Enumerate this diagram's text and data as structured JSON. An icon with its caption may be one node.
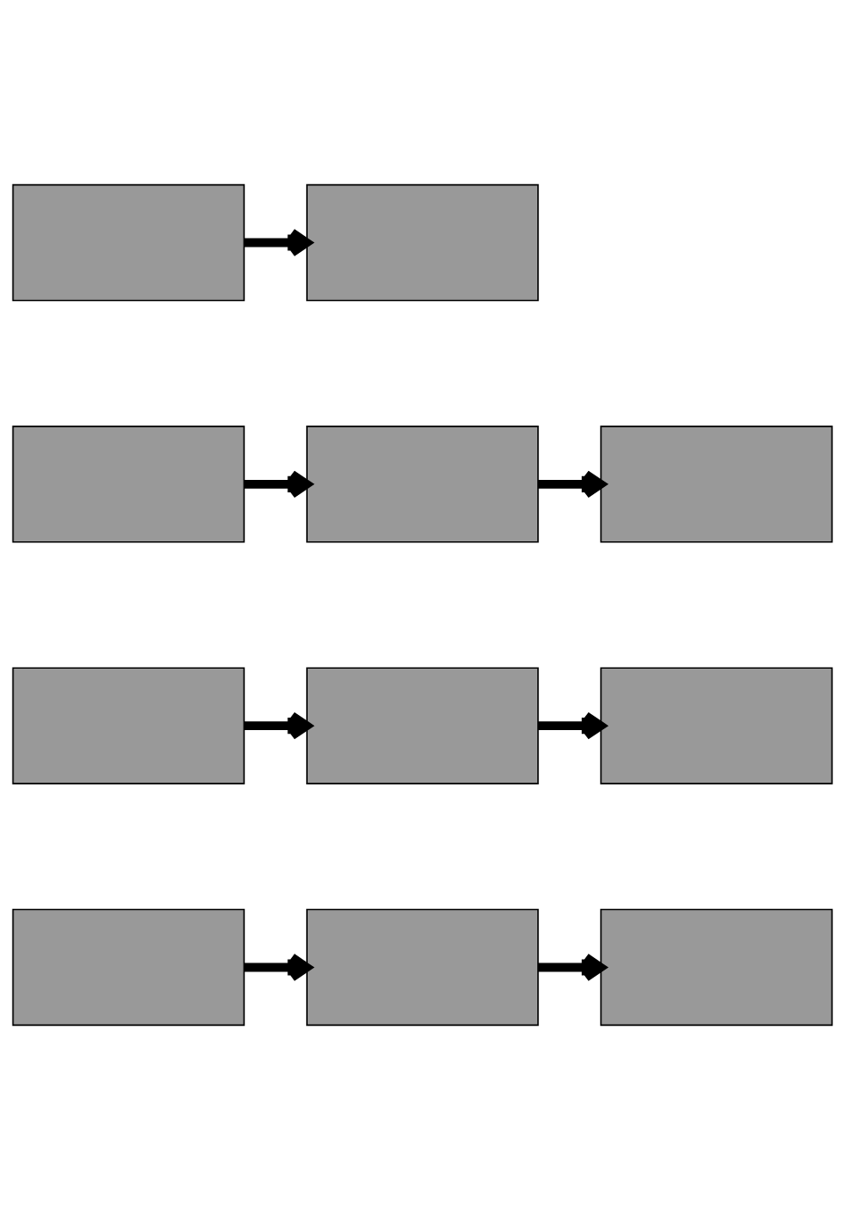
{
  "diagram": {
    "nodes": [
      {
        "text": [],
        "shape": "box"
      },
      {
        "text": [],
        "shape": "box"
      },
      {
        "text": [],
        "shape": "box"
      },
      {
        "text": [],
        "shape": "box"
      },
      {
        "text": [],
        "shape": "box"
      },
      {
        "text": [],
        "shape": "box"
      },
      {
        "text": [],
        "shape": "box"
      },
      {
        "text": [],
        "shape": "box"
      },
      {
        "text": [],
        "shape": "box"
      },
      {
        "text": [],
        "shape": "box"
      },
      {
        "text": [],
        "shape": "box"
      }
    ],
    "edges": [
      {
        "from": 0,
        "to": 1,
        "arrow": "to"
      },
      {
        "from": 2,
        "to": 3,
        "arrow": "to"
      },
      {
        "from": 3,
        "to": 4,
        "arrow": "to"
      },
      {
        "from": 5,
        "to": 6,
        "arrow": "to"
      },
      {
        "from": 6,
        "to": 7,
        "arrow": "to"
      },
      {
        "from": 8,
        "to": 9,
        "arrow": "to"
      },
      {
        "from": 9,
        "to": 10,
        "arrow": "to"
      }
    ]
  }
}
